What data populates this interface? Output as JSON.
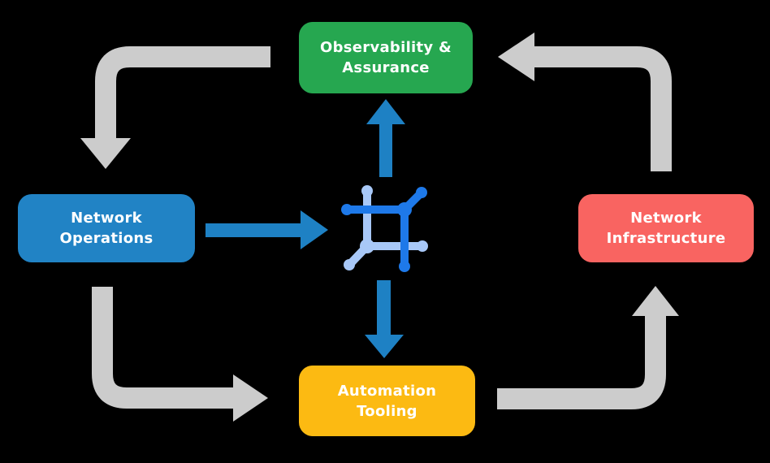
{
  "diagram": {
    "name": "network-automation-cycle",
    "nodes": {
      "observability": {
        "label": "Observability & Assurance",
        "line1": "Observability &",
        "line2": "Assurance",
        "color": "#26A750"
      },
      "operations": {
        "label": "Network Operations",
        "line1": "Network",
        "line2": "Operations",
        "color": "#2183C5"
      },
      "infrastructure": {
        "label": "Network Infrastructure",
        "line1": "Network",
        "line2": "Infrastructure",
        "color": "#F96461"
      },
      "automation": {
        "label": "Automation Tooling",
        "line1": "Automation",
        "line2": "Tooling",
        "color": "#FCBA12"
      }
    },
    "center_icon": "network-mesh-icon",
    "connections": [
      {
        "from": "Observability & Assurance",
        "to": "Network Operations",
        "style": "gray-elbow"
      },
      {
        "from": "Network Operations",
        "to": "Automation Tooling",
        "style": "gray-elbow"
      },
      {
        "from": "Automation Tooling",
        "to": "Network Infrastructure",
        "style": "gray-elbow"
      },
      {
        "from": "Network Infrastructure",
        "to": "Observability & Assurance",
        "style": "gray-elbow"
      },
      {
        "from": "Network Operations",
        "to": "center-icon",
        "style": "blue-straight"
      },
      {
        "from": "center-icon",
        "to": "Observability & Assurance",
        "style": "blue-straight"
      },
      {
        "from": "center-icon",
        "to": "Automation Tooling",
        "style": "blue-straight"
      }
    ],
    "colors": {
      "background": "#000000",
      "text": "#FFFFFF",
      "arrow_gray": "#CCCCCC",
      "arrow_blue": "#1E81C4",
      "icon_blue_dark": "#1E79E9",
      "icon_blue_light": "#A8C8F7"
    }
  }
}
